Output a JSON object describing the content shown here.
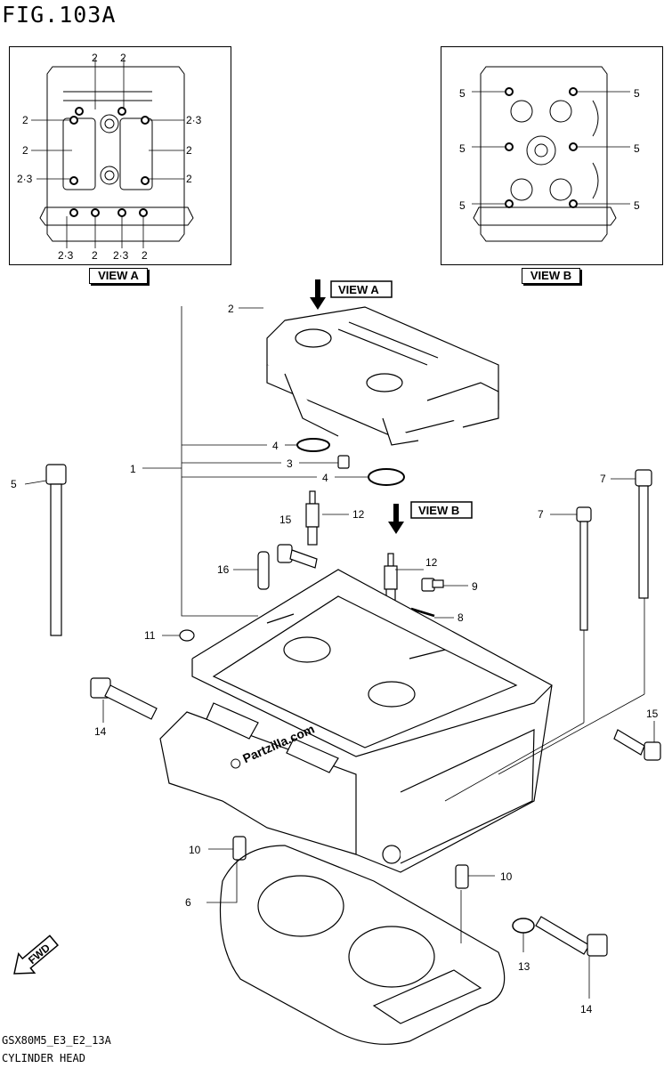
{
  "figure": {
    "title": "FIG.103A",
    "model_code": "GSX80M5_E3_E2_13A",
    "caption": "CYLINDER HEAD"
  },
  "view_tags": {
    "view_a": "VIEW A",
    "view_b": "VIEW B",
    "arrow_a": "VIEW A",
    "arrow_b": "VIEW B"
  },
  "watermark": "Partzilla.com",
  "fwd_label": "FWD",
  "view_a_callouts": {
    "top_left": "2",
    "top_right": "2",
    "row2_left": "2",
    "row2_right": "2·3",
    "row3_left": "2",
    "row3_right": "2",
    "row4_left": "2·3",
    "row4_right": "2",
    "bottom_1": "2·3",
    "bottom_2": "2",
    "bottom_3": "2·3",
    "bottom_4": "2"
  },
  "view_b_callouts": {
    "l1": "5",
    "r1": "5",
    "l2": "5",
    "r2": "5",
    "l3": "5",
    "r3": "5"
  },
  "callouts": {
    "c1": "1",
    "c2": "2",
    "c3": "3",
    "c4a": "4",
    "c4b": "4",
    "c5": "5",
    "c6": "6",
    "c7a": "7",
    "c7b": "7",
    "c8": "8",
    "c9": "9",
    "c10a": "10",
    "c10b": "10",
    "c11": "11",
    "c12a": "12",
    "c12b": "12",
    "c13": "13",
    "c14a": "14",
    "c14b": "14",
    "c15a": "15",
    "c15b": "15",
    "c16": "16"
  }
}
